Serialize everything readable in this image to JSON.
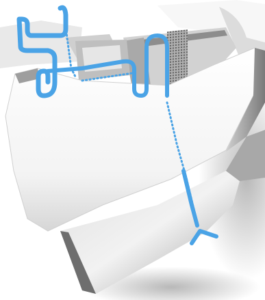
{
  "colors": {
    "background": "#ffffff",
    "airflow": "#4aa3e6",
    "shell_light": "#f4f4f4",
    "shell_mid": "#d9d9d9",
    "shell_dark": "#8a8a8a",
    "grille": "#6f6f6f"
  },
  "flows": [
    {
      "name": "return-air-hook",
      "style": "solid"
    },
    {
      "name": "return-air-dotted-descent",
      "style": "dotted"
    },
    {
      "name": "supply-air-loop",
      "style": "solid"
    },
    {
      "name": "supply-air-dotted-descent",
      "style": "dotted"
    },
    {
      "name": "supply-air-outlet",
      "style": "solid"
    }
  ],
  "icons": [
    "arrowhead-icon"
  ]
}
